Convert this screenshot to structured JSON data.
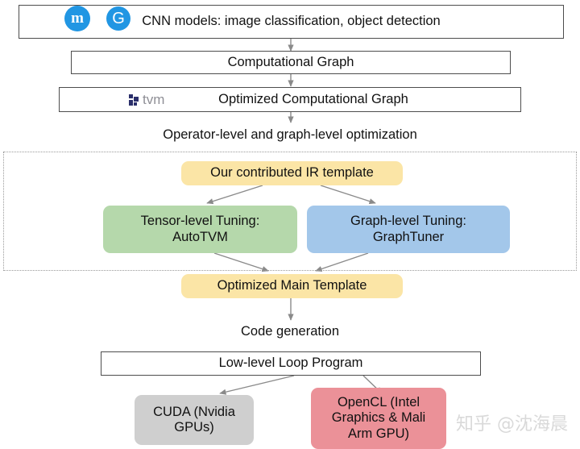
{
  "diagram": {
    "title_row": {
      "text": "CNN models: image classification, object detection",
      "logos": [
        {
          "name": "mxnet-logo",
          "glyph": "m"
        },
        {
          "name": "gluon-logo",
          "glyph": "G"
        }
      ]
    },
    "nodes": [
      {
        "id": "cnn_models",
        "label": "CNN models: image classification, object detection",
        "shape": "rect",
        "fill": "#ffffff"
      },
      {
        "id": "comp_graph",
        "label": "Computational Graph",
        "shape": "rect",
        "fill": "#ffffff"
      },
      {
        "id": "opt_comp_graph",
        "label": "Optimized Computational Graph",
        "shape": "rect",
        "fill": "#ffffff"
      },
      {
        "id": "ir_template",
        "label": "Our contributed IR template",
        "shape": "round",
        "fill": "#fbe5a6"
      },
      {
        "id": "tensor_tuning",
        "label": "Tensor-level Tuning:\nAutoTVM",
        "shape": "round",
        "fill": "#b5d8ab"
      },
      {
        "id": "graph_tuning",
        "label": "Graph-level Tuning:\nGraphTuner",
        "shape": "round",
        "fill": "#a3c7ea"
      },
      {
        "id": "opt_main_template",
        "label": "Optimized Main Template",
        "shape": "round",
        "fill": "#fbe5a6"
      },
      {
        "id": "low_level_loop",
        "label": "Low-level Loop Program",
        "shape": "rect",
        "fill": "#ffffff"
      },
      {
        "id": "cuda",
        "label": "CUDA (Nvidia\nGPUs)",
        "shape": "round",
        "fill": "#cfcfcf"
      },
      {
        "id": "opencl",
        "label": "OpenCL (Intel\nGraphics & Mali\nArm GPU)",
        "shape": "round",
        "fill": "#eb9198"
      }
    ],
    "node_labels": {
      "cnn_models": "CNN models: image classification, object detection",
      "comp_graph": "Computational Graph",
      "opt_comp_graph": "Optimized Computational Graph",
      "ir_template": "Our contributed IR template",
      "tensor_tuning_line1": "Tensor-level Tuning:",
      "tensor_tuning_line2": "AutoTVM",
      "graph_tuning_line1": "Graph-level Tuning:",
      "graph_tuning_line2": "GraphTuner",
      "opt_main_template": "Optimized Main Template",
      "low_level_loop": "Low-level Loop Program",
      "cuda_line1": "CUDA (Nvidia",
      "cuda_line2": "GPUs)",
      "opencl_line1": "OpenCL (Intel",
      "opencl_line2": "Graphics & Mali",
      "opencl_line3": "Arm GPU)"
    },
    "edge_labels": {
      "optimization": "Operator-level and graph-level optimization",
      "code_generation": "Code generation"
    },
    "tvm_logo_word": "tvm",
    "colors": {
      "yellow": "#fbe5a6",
      "green": "#b5d8ab",
      "blue": "#a3c7ea",
      "gray": "#cfcfcf",
      "red": "#eb9198",
      "border": "#4d4d4d",
      "arrow": "#8a8a8a",
      "dotted_border": "#9a9a9a",
      "logo_blue": "#2196e3",
      "tvm_navy": "#2b2f6b",
      "tvm_gray": "#8f8f96",
      "watermark": "#d9d9d9"
    },
    "watermark": "知乎 @沈海晨"
  }
}
